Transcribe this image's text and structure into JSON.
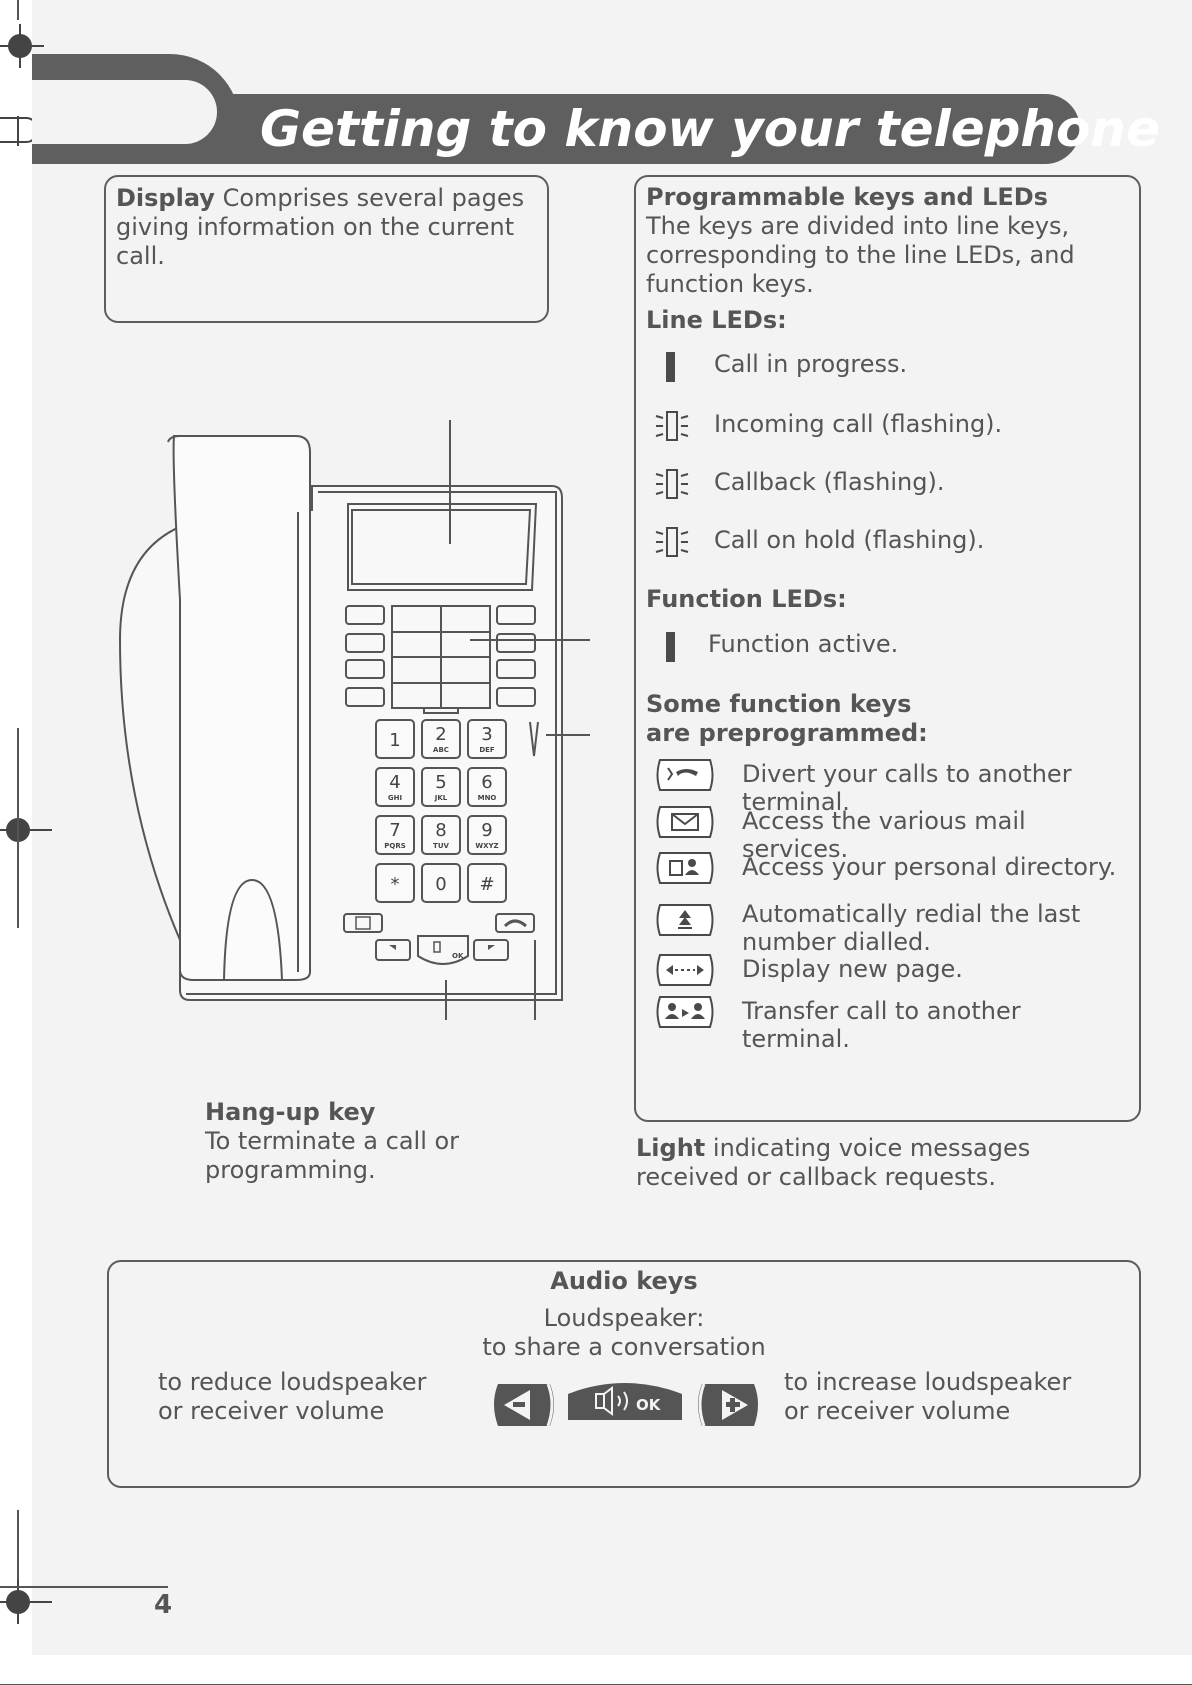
{
  "title": "Getting to know your telephone",
  "page_number": "4",
  "display": {
    "heading": "Display",
    "text": " Comprises several pages giving information on the current call."
  },
  "programmable": {
    "heading": "Programmable keys and LEDs",
    "text": "The keys are divided into line keys, corresponding to the line LEDs, and function keys.",
    "line_leds_heading": "Line LEDs:",
    "line_leds": [
      {
        "icon": "led-steady-icon",
        "label": "Call in progress."
      },
      {
        "icon": "led-flashing-icon",
        "label": "Incoming call (flashing)."
      },
      {
        "icon": "led-flashing-icon",
        "label": "Callback (flashing)."
      },
      {
        "icon": "led-flashing-icon",
        "label": "Call on hold (flashing)."
      }
    ],
    "function_leds_heading": "Function LEDs:",
    "function_leds": [
      {
        "icon": "led-steady-icon",
        "label": "Function active."
      }
    ],
    "preprogrammed_heading": "Some function keys are preprogrammed:",
    "preprogrammed_keys": [
      {
        "icon": "divert-key-icon",
        "label": "Divert your calls to another terminal."
      },
      {
        "icon": "mail-key-icon",
        "label": "Access the various mail services."
      },
      {
        "icon": "directory-key-icon",
        "label": "Access your personal directory."
      },
      {
        "icon": "redial-key-icon",
        "label": "Automatically redial the last number dialled."
      },
      {
        "icon": "page-key-icon",
        "label": "Display new page."
      },
      {
        "icon": "transfer-key-icon",
        "label": "Transfer call to another terminal."
      }
    ]
  },
  "hangup": {
    "heading": "Hang-up key",
    "text": "To terminate a call or programming."
  },
  "light": {
    "heading": "Light",
    "text": " indicating voice messages received or callback requests."
  },
  "audio": {
    "heading": "Audio keys",
    "loudspeaker_line1": "Loudspeaker:",
    "loudspeaker_line2": "to share a conversation",
    "reduce_text": "to reduce loudspeaker or receiver volume",
    "increase_text": "to increase loudspeaker or receiver volume",
    "ok_label": "OK"
  },
  "keypad": {
    "keys": [
      {
        "digit": "1",
        "letters": ""
      },
      {
        "digit": "2",
        "letters": "ABC"
      },
      {
        "digit": "3",
        "letters": "DEF"
      },
      {
        "digit": "4",
        "letters": "GHI"
      },
      {
        "digit": "5",
        "letters": "JKL"
      },
      {
        "digit": "6",
        "letters": "MNO"
      },
      {
        "digit": "7",
        "letters": "PQRS"
      },
      {
        "digit": "8",
        "letters": "TUV"
      },
      {
        "digit": "9",
        "letters": "WXYZ"
      },
      {
        "digit": "*",
        "letters": ""
      },
      {
        "digit": "0",
        "letters": ""
      },
      {
        "digit": "#",
        "letters": ""
      }
    ],
    "ok_label": "OK"
  }
}
